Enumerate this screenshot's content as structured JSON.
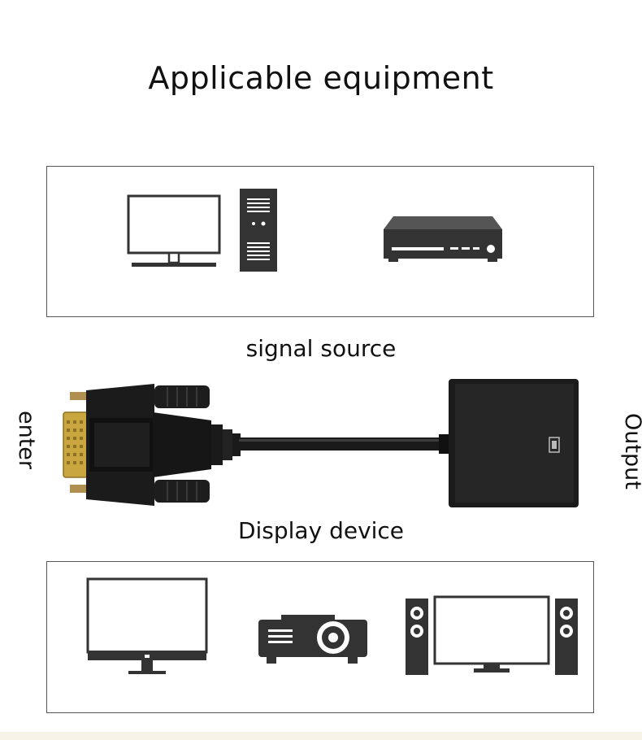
{
  "title": "Applicable equipment",
  "captions": {
    "signal_source": "signal source",
    "display_device": "Display device"
  },
  "side_labels": {
    "input": "enter",
    "output": "Output"
  },
  "icons": {
    "source_devices": [
      "monitor-icon",
      "pc-tower-icon",
      "dvd-player-icon"
    ],
    "display_devices": [
      "monitor-icon",
      "projector-icon",
      "home-theater-icon"
    ],
    "cable": "dvi-to-vga-adapter-icon"
  },
  "colors": {
    "icon_dark": "#2f2f2f",
    "gold_pins": "#c9a640",
    "frame_border": "#555555"
  }
}
